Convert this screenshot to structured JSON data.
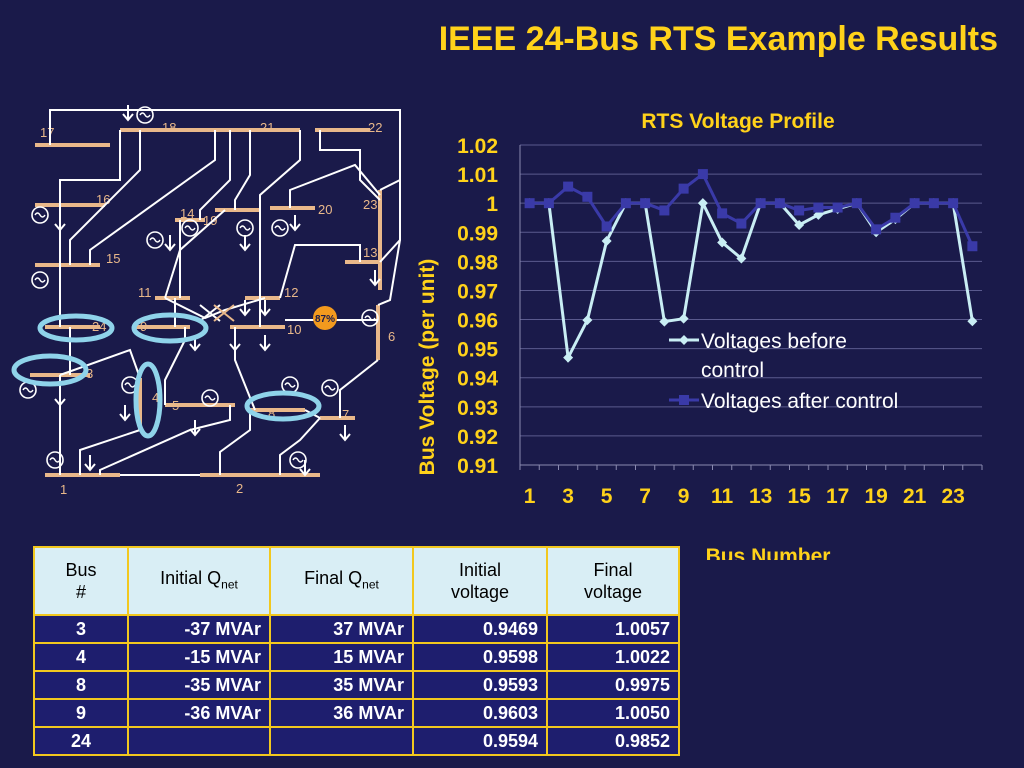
{
  "slide_title": "IEEE 24-Bus RTS Example Results",
  "diagram": {
    "bus_labels": [
      "17",
      "18",
      "21",
      "22",
      "16",
      "14",
      "19",
      "20",
      "23",
      "15",
      "13",
      "11",
      "12",
      "24",
      "9",
      "10",
      "6",
      "3",
      "4",
      "5",
      "8",
      "7",
      "1",
      "2"
    ],
    "load_badge": "87%"
  },
  "chart_data": {
    "type": "line",
    "title": "RTS Voltage Profile",
    "xlabel": "Bus Number",
    "ylabel": "Bus Voltage (per unit)",
    "ylim": [
      0.91,
      1.02
    ],
    "yticks": [
      "1.02",
      "1.01",
      "1",
      "0.99",
      "0.98",
      "0.97",
      "0.96",
      "0.95",
      "0.94",
      "0.93",
      "0.92",
      "0.91"
    ],
    "xticks": [
      "1",
      "3",
      "5",
      "7",
      "9",
      "11",
      "13",
      "15",
      "17",
      "19",
      "21",
      "23"
    ],
    "x": [
      1,
      2,
      3,
      4,
      5,
      6,
      7,
      8,
      9,
      10,
      11,
      12,
      13,
      14,
      15,
      16,
      17,
      18,
      19,
      20,
      21,
      22,
      23,
      24
    ],
    "grid": true,
    "legend_position": "right",
    "series": [
      {
        "name": "Voltages before control",
        "color": "#c9eef4",
        "marker": "diamond",
        "values": [
          1.0,
          1.0,
          0.9469,
          0.9598,
          0.987,
          1.0,
          1.0,
          0.9593,
          0.9603,
          1.0,
          0.9865,
          0.981,
          1.0,
          1.0,
          0.9925,
          0.996,
          0.998,
          1.0,
          0.99,
          0.9945,
          1.0,
          1.0,
          1.0,
          0.9594
        ]
      },
      {
        "name": "Voltages after control",
        "color": "#3a3aa8",
        "marker": "square",
        "values": [
          1.0,
          1.0,
          1.0057,
          1.0022,
          0.992,
          1.0,
          1.0,
          0.9975,
          1.005,
          1.01,
          0.9965,
          0.993,
          1.0,
          1.0,
          0.9975,
          0.9985,
          0.9985,
          1.0,
          0.991,
          0.995,
          1.0,
          1.0,
          1.0,
          0.9852
        ]
      }
    ]
  },
  "table": {
    "headers": [
      {
        "main": "Bus",
        "line2": "#"
      },
      {
        "main": "Initial Q",
        "sub": "net"
      },
      {
        "main": "Final Q",
        "sub": "net"
      },
      {
        "main": "Initial",
        "line2": "voltage"
      },
      {
        "main": "Final",
        "line2": "voltage"
      }
    ],
    "rows": [
      [
        "3",
        "-37 MVAr",
        "37 MVAr",
        "0.9469",
        "1.0057"
      ],
      [
        "4",
        "-15 MVAr",
        "15 MVAr",
        "0.9598",
        "1.0022"
      ],
      [
        "8",
        "-35 MVAr",
        "35 MVAr",
        "0.9593",
        "0.9975"
      ],
      [
        "9",
        "-36 MVAr",
        "36 MVAr",
        "0.9603",
        "1.0050"
      ],
      [
        "24",
        "",
        "",
        "0.9594",
        "0.9852"
      ]
    ]
  }
}
